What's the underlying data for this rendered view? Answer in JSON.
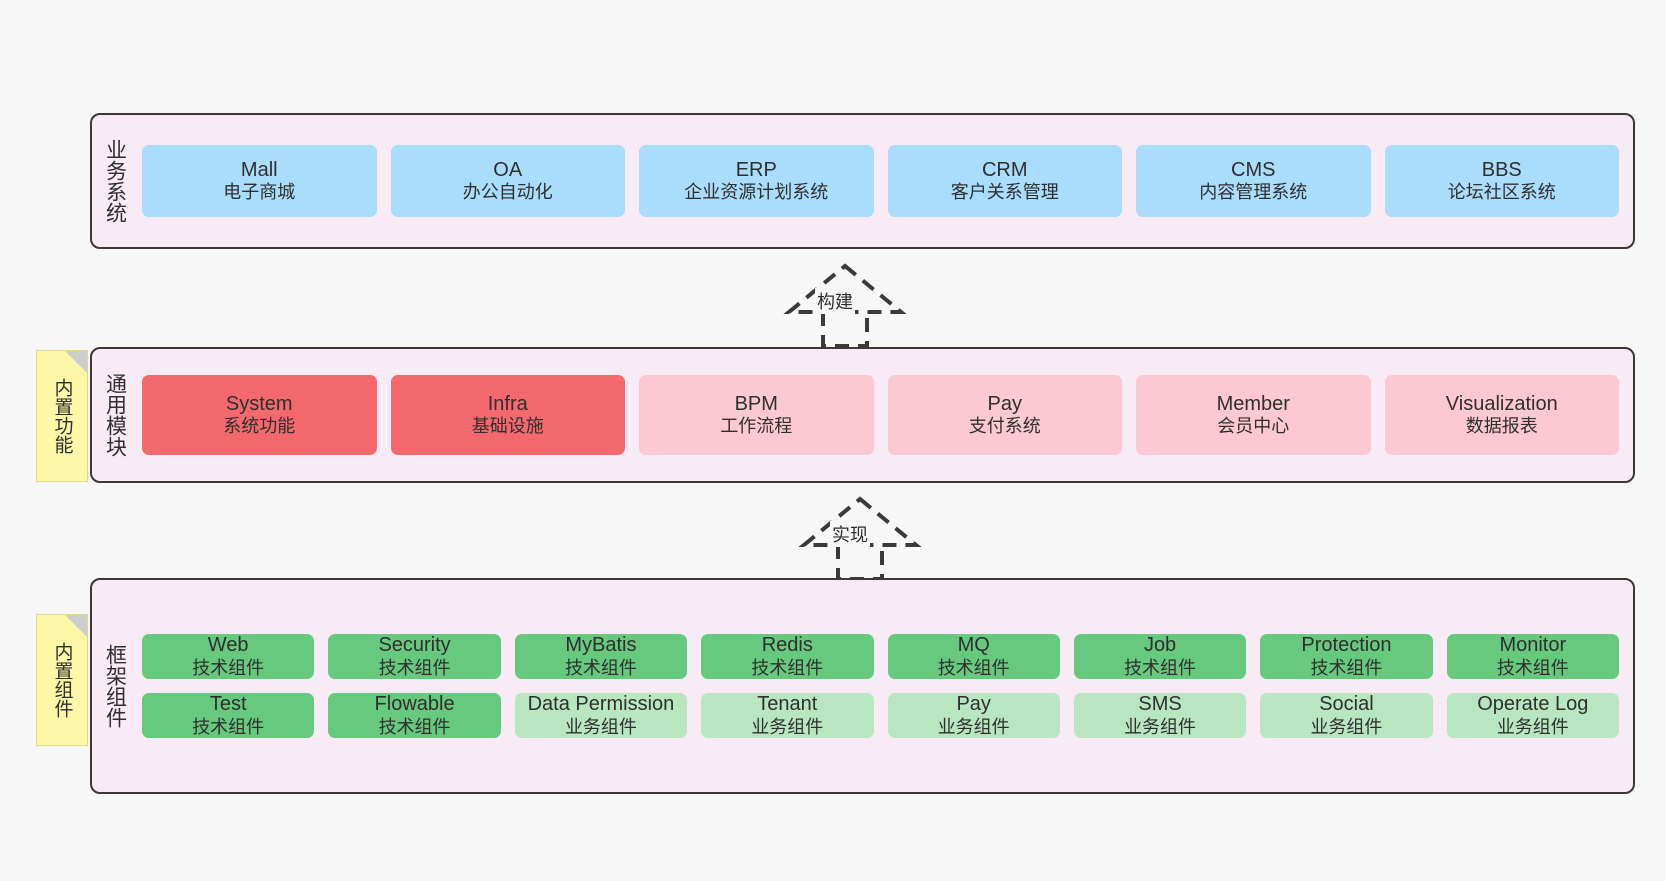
{
  "layers": [
    {
      "id": "business-systems",
      "title": "业务系统",
      "tiles": [
        {
          "en": "Mall",
          "cn": "电子商城",
          "color": "blue"
        },
        {
          "en": "OA",
          "cn": "办公自动化",
          "color": "blue"
        },
        {
          "en": "ERP",
          "cn": "企业资源计划系统",
          "color": "blue"
        },
        {
          "en": "CRM",
          "cn": "客户关系管理",
          "color": "blue"
        },
        {
          "en": "CMS",
          "cn": "内容管理系统",
          "color": "blue"
        },
        {
          "en": "BBS",
          "cn": "论坛社区系统",
          "color": "blue"
        }
      ]
    },
    {
      "id": "common-modules",
      "title": "通用模块",
      "note": "内置功能",
      "tiles": [
        {
          "en": "System",
          "cn": "系统功能",
          "color": "red"
        },
        {
          "en": "Infra",
          "cn": "基础设施",
          "color": "red"
        },
        {
          "en": "BPM",
          "cn": "工作流程",
          "color": "pink"
        },
        {
          "en": "Pay",
          "cn": "支付系统",
          "color": "pink"
        },
        {
          "en": "Member",
          "cn": "会员中心",
          "color": "pink"
        },
        {
          "en": "Visualization",
          "cn": "数据报表",
          "color": "pink"
        }
      ]
    },
    {
      "id": "framework-components",
      "title": "框架组件",
      "note": "内置组件",
      "rows": [
        [
          {
            "en": "Web",
            "cn": "技术组件",
            "color": "green"
          },
          {
            "en": "Security",
            "cn": "技术组件",
            "color": "green"
          },
          {
            "en": "MyBatis",
            "cn": "技术组件",
            "color": "green"
          },
          {
            "en": "Redis",
            "cn": "技术组件",
            "color": "green"
          },
          {
            "en": "MQ",
            "cn": "技术组件",
            "color": "green"
          },
          {
            "en": "Job",
            "cn": "技术组件",
            "color": "green"
          },
          {
            "en": "Protection",
            "cn": "技术组件",
            "color": "green"
          },
          {
            "en": "Monitor",
            "cn": "技术组件",
            "color": "green"
          }
        ],
        [
          {
            "en": "Test",
            "cn": "技术组件",
            "color": "green"
          },
          {
            "en": "Flowable",
            "cn": "技术组件",
            "color": "green"
          },
          {
            "en": "Data Permission",
            "cn": "业务组件",
            "color": "lgreen"
          },
          {
            "en": "Tenant",
            "cn": "业务组件",
            "color": "lgreen"
          },
          {
            "en": "Pay",
            "cn": "业务组件",
            "color": "lgreen"
          },
          {
            "en": "SMS",
            "cn": "业务组件",
            "color": "lgreen"
          },
          {
            "en": "Social",
            "cn": "业务组件",
            "color": "lgreen"
          },
          {
            "en": "Operate Log",
            "cn": "业务组件",
            "color": "lgreen"
          }
        ]
      ]
    }
  ],
  "connectors": [
    {
      "id": "build",
      "label": "构建"
    },
    {
      "id": "implement",
      "label": "实现"
    }
  ],
  "colors": {
    "panel_bg": "#f9ebf5",
    "panel_border": "#3d3836",
    "blue": "#aadcfb",
    "red": "#f4696e",
    "pink": "#fcc9d3",
    "green": "#67c97e",
    "light_green": "#b8e6c1",
    "note_bg": "#fcf8a8",
    "canvas_bg": "#f7f7f7"
  }
}
